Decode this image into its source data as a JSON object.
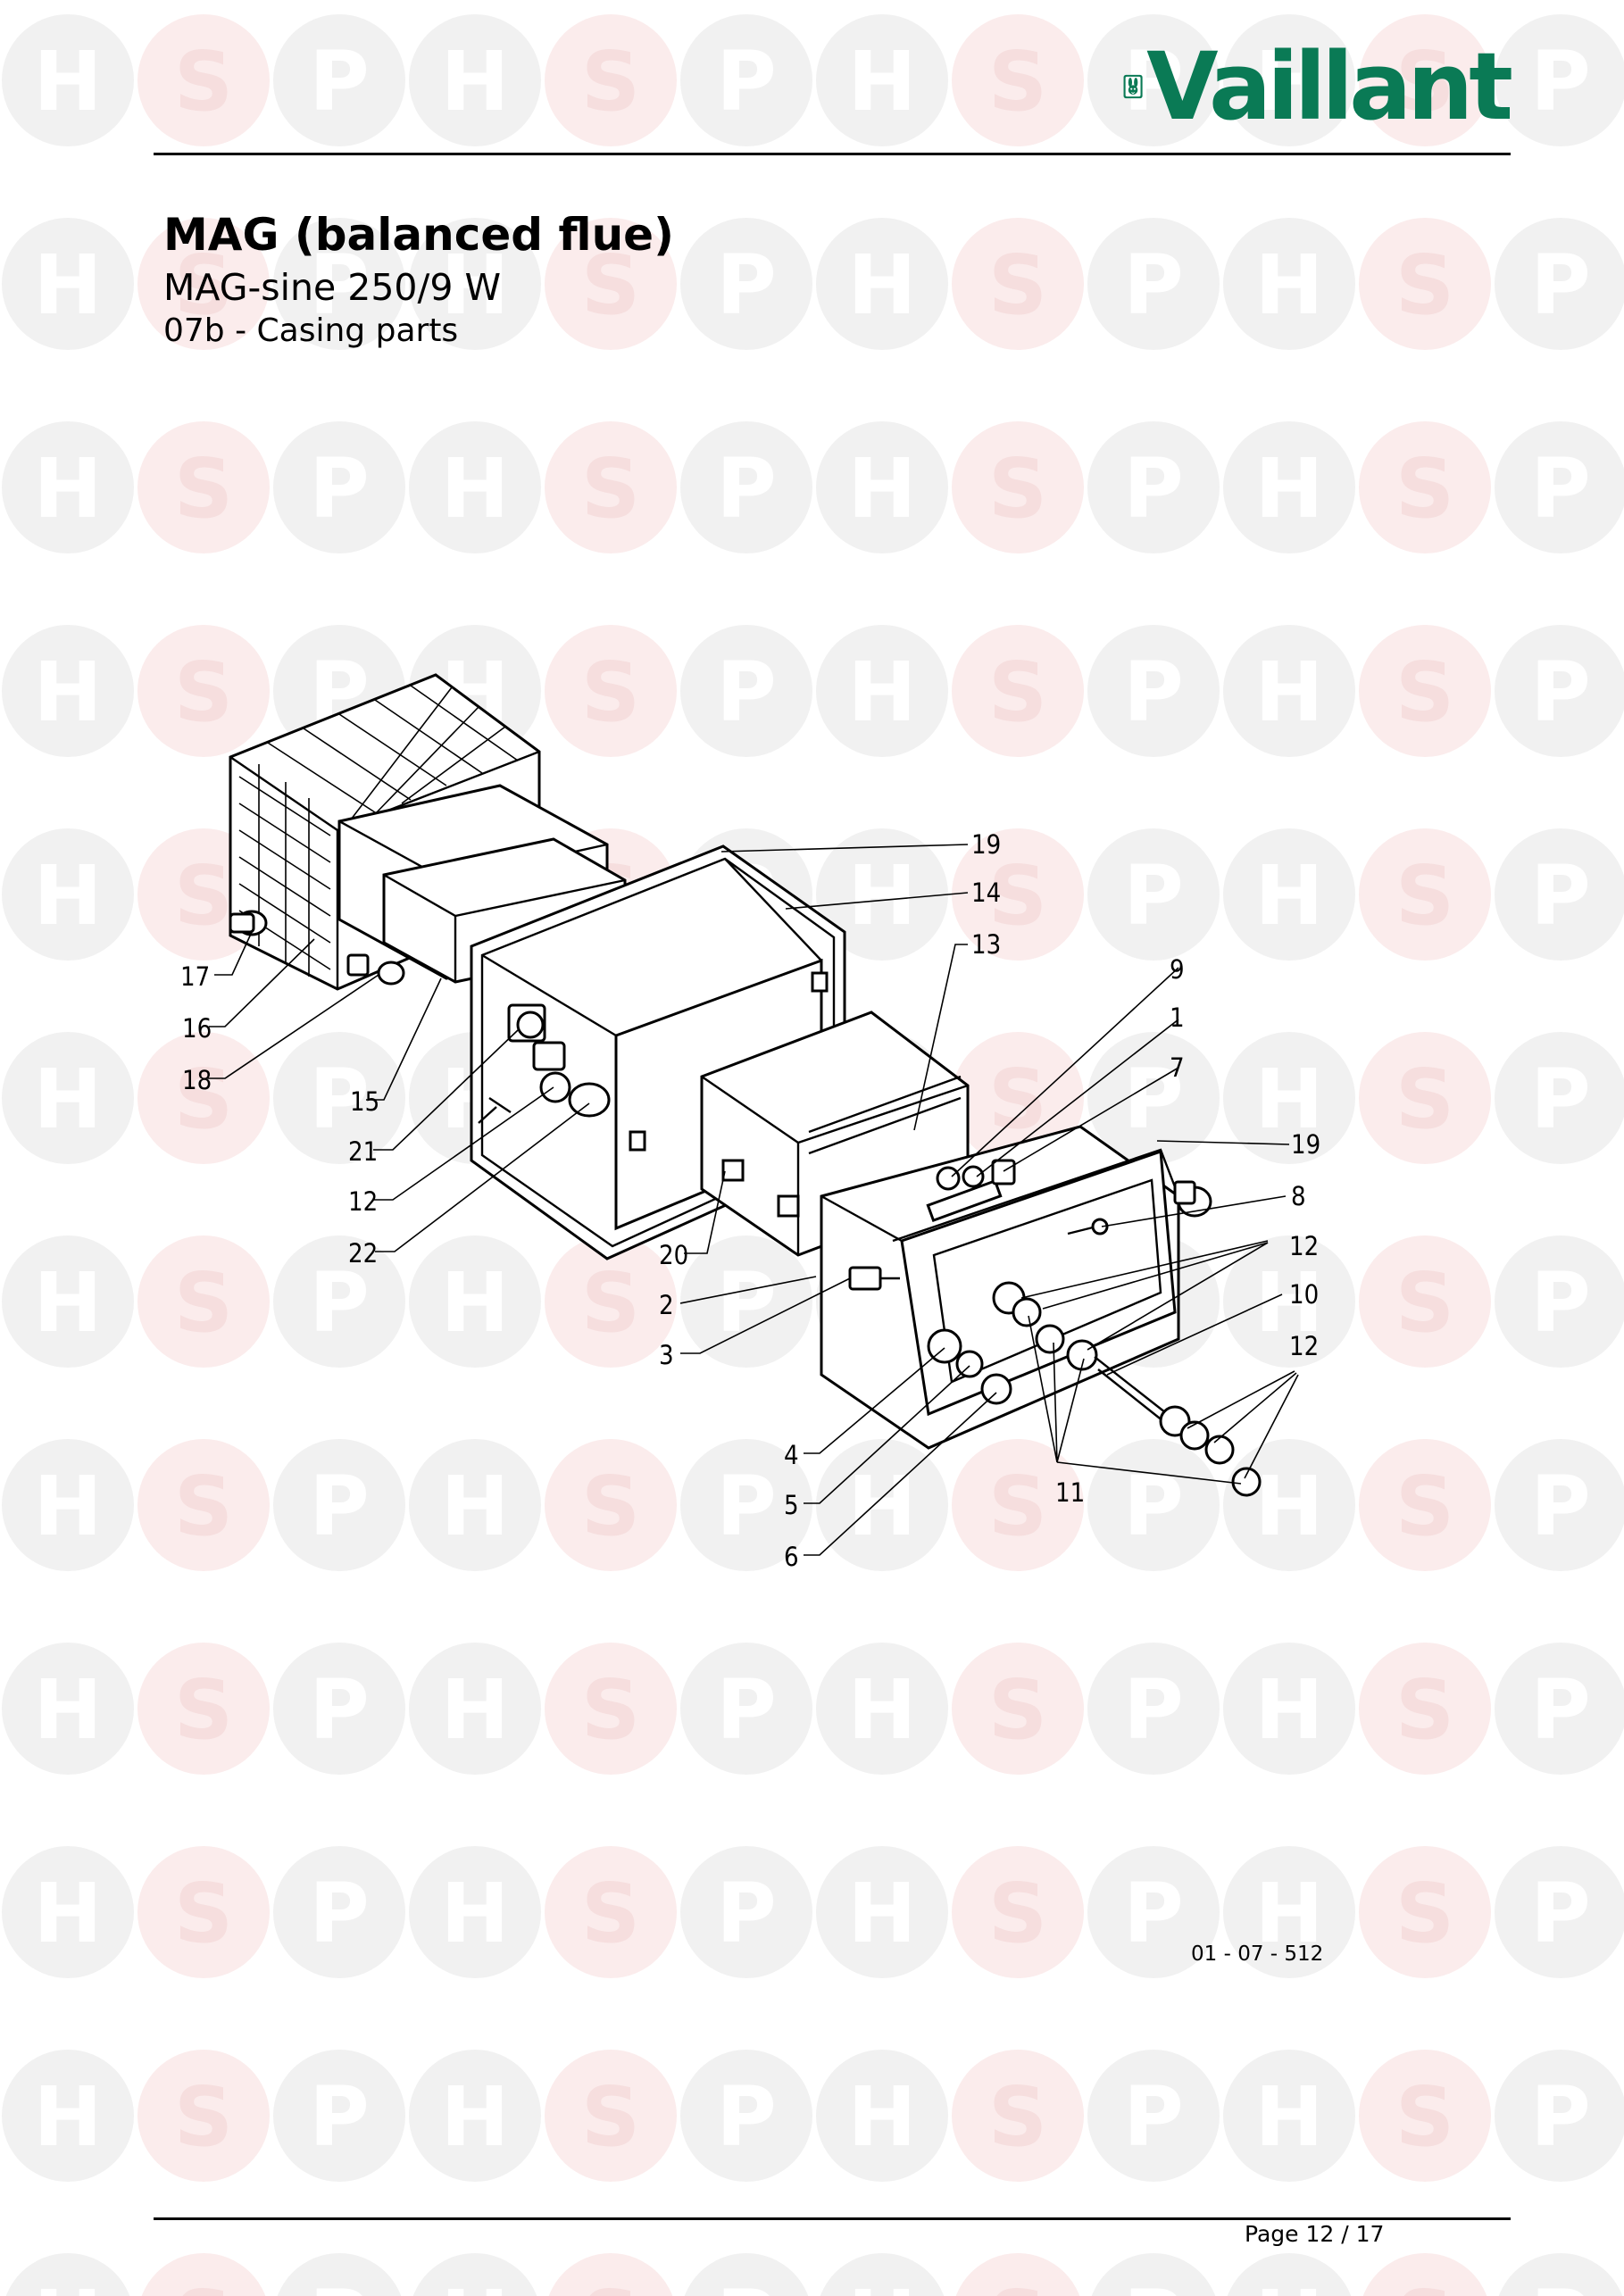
{
  "brand": {
    "name": "Vaillant",
    "logo_icon": "rabbit-emblem-icon",
    "color": "#0a7a55"
  },
  "watermark": {
    "letters": [
      "H",
      "S",
      "P"
    ],
    "color": "#f1f1f1",
    "accent": "#fbecec"
  },
  "header": {
    "title": "MAG (balanced flue)",
    "subtitle": "MAG-sine 250/9 W",
    "section": "07b - Casing parts"
  },
  "diagram": {
    "callouts": [
      "19",
      "14",
      "13",
      "9",
      "1",
      "7",
      "19",
      "8",
      "12",
      "10",
      "12",
      "17",
      "16",
      "18",
      "15",
      "21",
      "12",
      "22",
      "20",
      "2",
      "3",
      "4",
      "5",
      "6",
      "11"
    ]
  },
  "footer": {
    "drawing_ref": "01 - 07 - 512",
    "page": "Page 12 / 17"
  }
}
